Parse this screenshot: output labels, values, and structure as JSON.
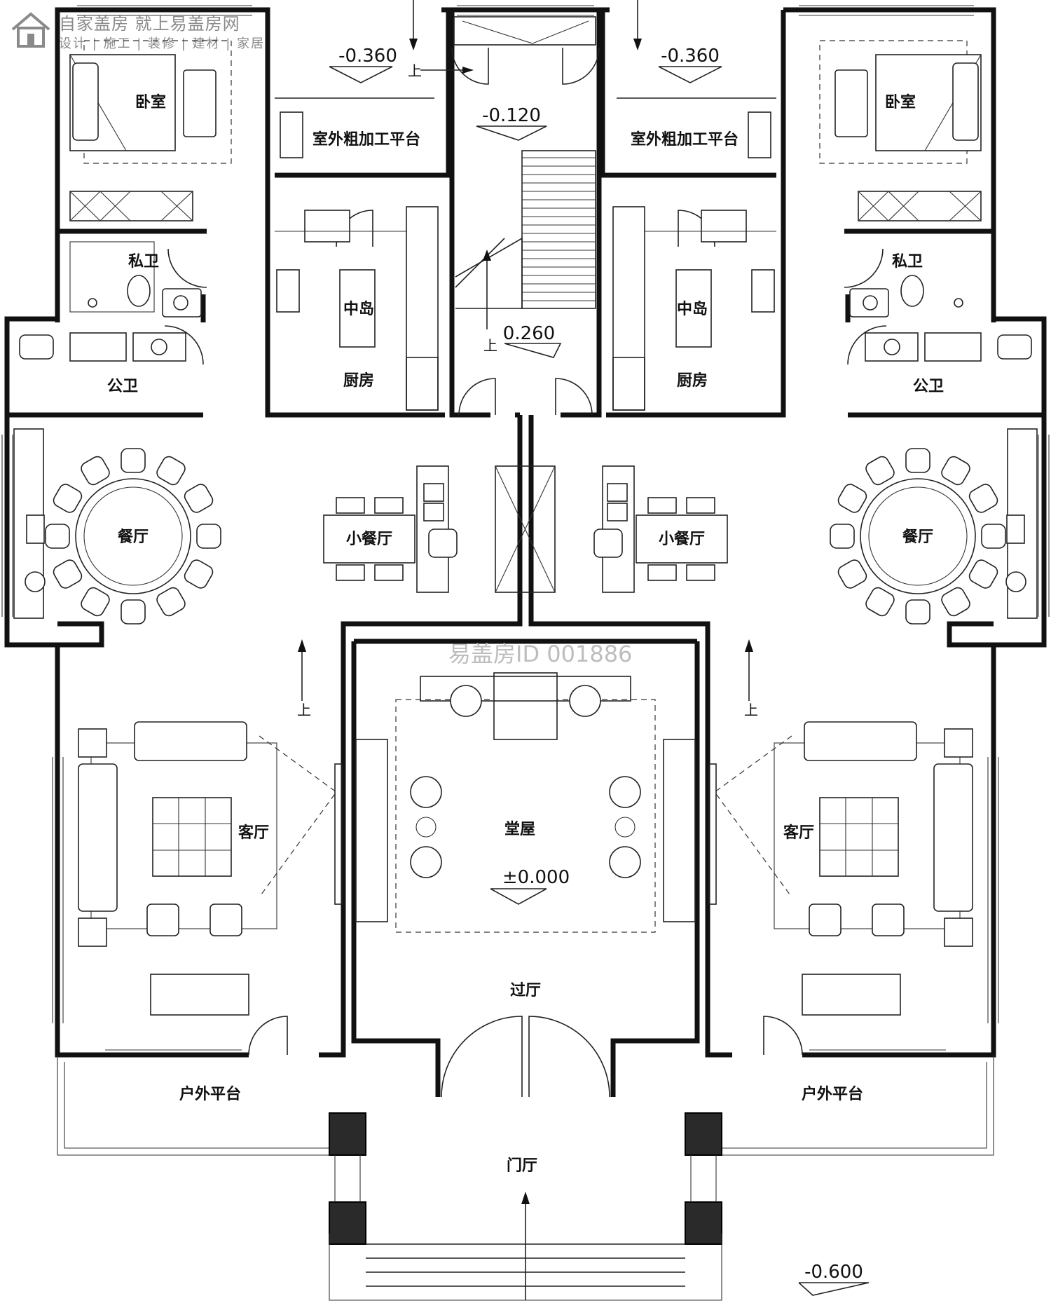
{
  "header": {
    "brand_title": "自家盖房 就上易盖房网",
    "brand_subtitle": "设计 | 施工 | 装修 | 建材 | 家居",
    "logo_icon": "house-logo-icon"
  },
  "watermark": "易盖房ID 001886",
  "rooms": {
    "bedroom_left": "卧室",
    "bedroom_right": "卧室",
    "private_bath_left": "私卫",
    "private_bath_right": "私卫",
    "public_bath_left": "公卫",
    "public_bath_right": "公卫",
    "outdoor_platform_left": "室外粗加工平台",
    "outdoor_platform_right": "室外粗加工平台",
    "island_left": "中岛",
    "island_right": "中岛",
    "kitchen_left": "厨房",
    "kitchen_right": "厨房",
    "dining_left": "餐厅",
    "dining_right": "餐厅",
    "small_dining_left": "小餐厅",
    "small_dining_right": "小餐厅",
    "living_left": "客厅",
    "living_right": "客厅",
    "main_hall": "堂屋",
    "corridor_hall": "过厅",
    "terrace_left": "户外平台",
    "terrace_right": "户外平台",
    "entrance_hall": "门厅"
  },
  "elevations": {
    "outdoor_left": "-0.360",
    "outdoor_right": "-0.360",
    "stair_landing": "-0.120",
    "stair_top": "0.260",
    "main_floor": "±0.000",
    "exterior_ground": "-0.600"
  },
  "markers": {
    "up": "上"
  }
}
